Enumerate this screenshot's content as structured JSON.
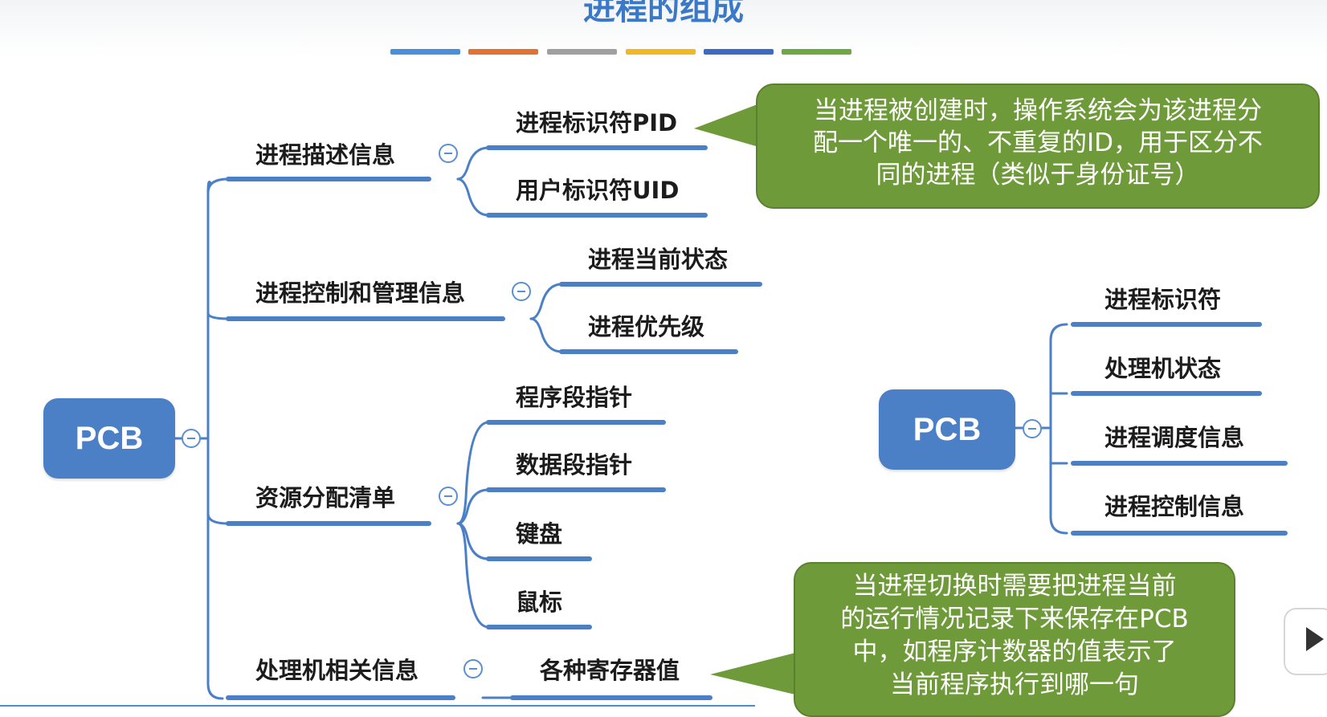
{
  "title": "进程的组成",
  "watermark": "",
  "title_bar_colors": [
    "#4a90d9",
    "#e07234",
    "#a0a0a0",
    "#f2b823",
    "#3d6bbf",
    "#6fa743"
  ],
  "line_color": "#4c80c6",
  "left_tree": {
    "root": "PCB",
    "branches": [
      {
        "label": "进程描述信息",
        "children": [
          "进程标识符PID",
          "用户标识符UID"
        ]
      },
      {
        "label": "进程控制和管理信息",
        "children": [
          "进程当前状态",
          "进程优先级"
        ]
      },
      {
        "label": "资源分配清单",
        "children": [
          "程序段指针",
          "数据段指针",
          "键盘",
          "鼠标"
        ]
      },
      {
        "label": "处理机相关信息",
        "children": [
          "各种寄存器值"
        ]
      }
    ]
  },
  "right_tree": {
    "root": "PCB",
    "children": [
      "进程标识符",
      "处理机状态",
      "进程调度信息",
      "进程控制信息"
    ]
  },
  "callouts": [
    {
      "lines": [
        "当进程被创建时，操作系统会为该进程分",
        "配一个唯一的、不重复的ID，用于区分不",
        "同的进程（类似于身份证号）"
      ],
      "color": "#6f9a3a"
    },
    {
      "lines": [
        "当进程切换时需要把进程当前",
        "的运行情况记录下来保存在PCB",
        "中，如程序计数器的值表示了",
        "当前程序执行到哪一句"
      ],
      "color": "#6f9a3a"
    }
  ]
}
